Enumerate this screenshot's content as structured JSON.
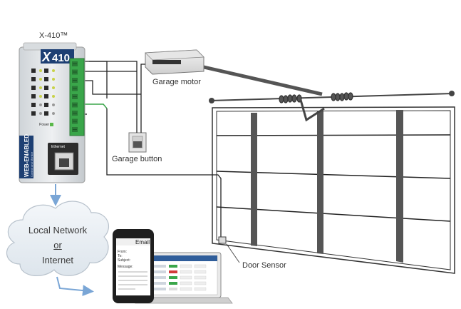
{
  "device": {
    "label": "X-410™",
    "logo_x": "X",
    "logo_num": "410",
    "side_text": "WEB-ENABLED",
    "side_subtext": "Control and Monitor",
    "port_label": "Ethernet",
    "power_label": "Power"
  },
  "garage_motor": {
    "label": "Garage motor"
  },
  "garage_button": {
    "label": "Garage button"
  },
  "door_sensor": {
    "label": "Door Sensor"
  },
  "network": {
    "line1": "Local Network",
    "line2": "or",
    "line3": "Internet"
  },
  "phone": {
    "title": "Email",
    "fields": [
      "From:",
      "To:",
      "Subject:",
      "Message:"
    ]
  },
  "colors": {
    "terminal_green": "#3aa64a",
    "wire": "#222222",
    "arrow_blue": "#7aa6d6",
    "door_frame": "#333333",
    "door_post": "#555555",
    "cloud": "#eef2f5"
  }
}
